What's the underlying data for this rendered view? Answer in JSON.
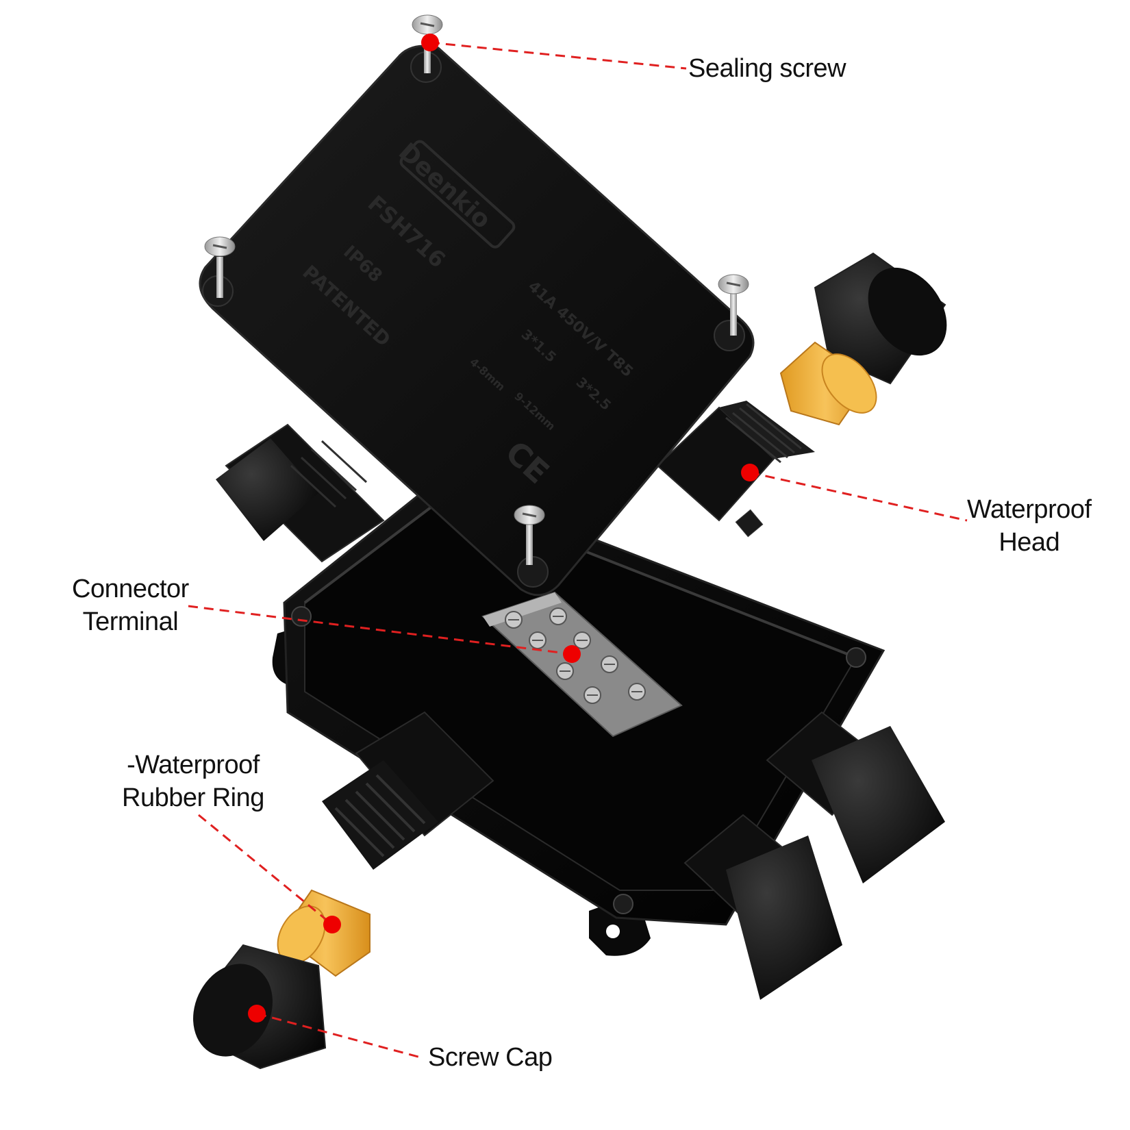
{
  "labels": {
    "sealing_screw": "Sealing screw",
    "waterproof_head": [
      "Waterproof",
      "Head"
    ],
    "connector_terminal": [
      "Connector",
      "Terminal"
    ],
    "rubber_ring": [
      "-Waterproof",
      "Rubber Ring"
    ],
    "screw_cap": "Screw Cap"
  },
  "lid": {
    "brand": "Deenkio",
    "model": "FSH716",
    "ip_rating": "IP68",
    "patent": "PATENTED",
    "rating": "41A 450V/V T85",
    "spec_a": "3*1.5",
    "spec_b": "3*2.5",
    "diam_a": "4-8mm",
    "diam_b": "9-12mm",
    "cert": "CE"
  },
  "colors": {
    "callout_dot": "#ee0000",
    "leader_line": "#e02020",
    "body_black": "#0d0d0d",
    "rubber_ring": "#f2b33c",
    "terminal_grey": "#8a8a8a"
  }
}
